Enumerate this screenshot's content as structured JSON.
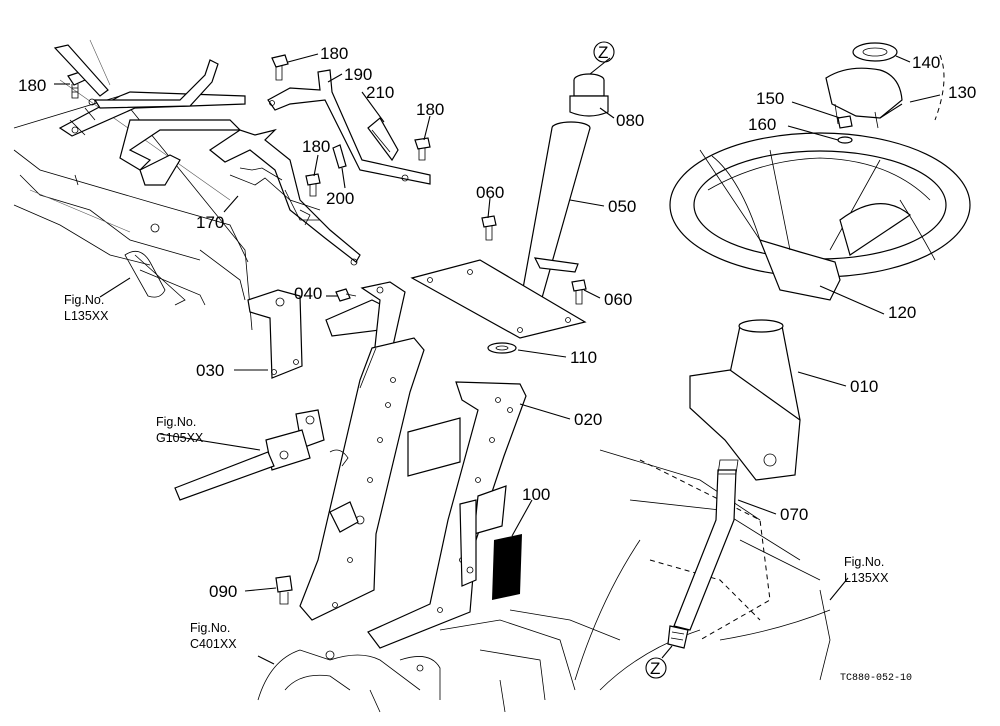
{
  "diagram_code": "TC880-052-10",
  "parts": {
    "p010": "010",
    "p020": "020",
    "p030": "030",
    "p040": "040",
    "p050": "050",
    "p060a": "060",
    "p060b": "060",
    "p070": "070",
    "p080": "080",
    "p090": "090",
    "p100": "100",
    "p110": "110",
    "p120": "120",
    "p130": "130",
    "p140": "140",
    "p150": "150",
    "p160": "160",
    "p170": "170",
    "p180a": "180",
    "p180b": "180",
    "p180c": "180",
    "p180d": "180",
    "p190": "190",
    "p200": "200",
    "p210": "210"
  },
  "refs": {
    "left_top": [
      "Fig.No.",
      "L135XX"
    ],
    "g105": [
      "Fig.No.",
      "G105XX"
    ],
    "c401": [
      "Fig.No.",
      "C401XX"
    ],
    "right": [
      "Fig.No.",
      "L135XX"
    ]
  },
  "z_marker": "Z"
}
